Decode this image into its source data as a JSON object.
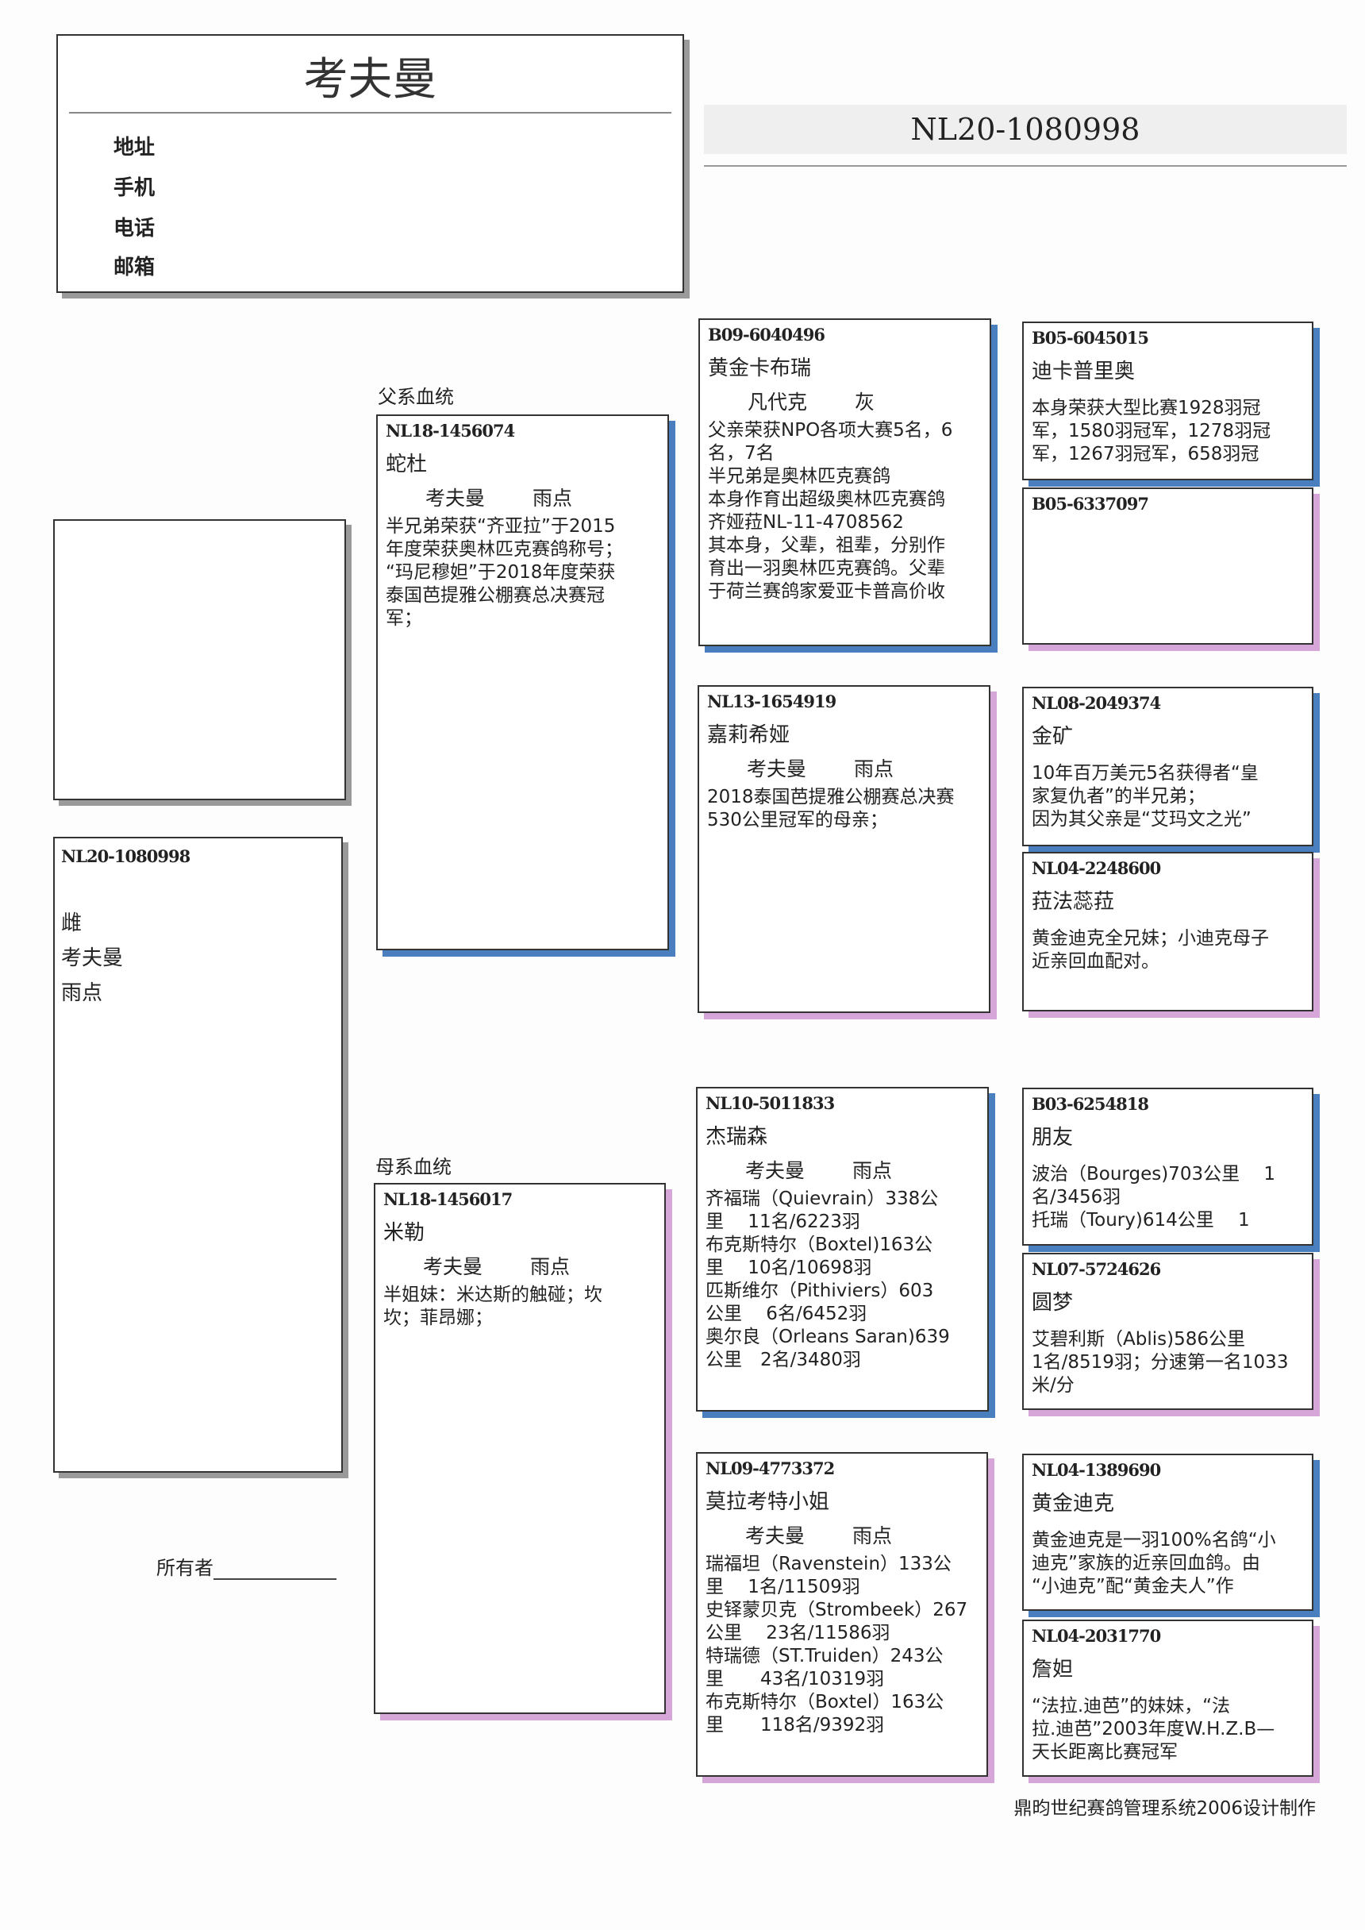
{
  "header": {
    "owner_name": "考夫曼",
    "contact_labels": [
      "地址",
      "手机",
      "电话",
      "邮箱"
    ],
    "ring_number": "NL20-1080998"
  },
  "bird": {
    "ring": "NL20-1080998",
    "sex": "雌",
    "breeder": "考夫曼",
    "color": "雨点"
  },
  "owner_label": "所有者",
  "sire_label": "父系血统",
  "dam_label": "母系血统",
  "gen2": [
    {
      "id": "NL18-1456074",
      "name": "蛇杜",
      "breeder": "考夫曼",
      "color": "雨点",
      "notes": [
        "半兄弟荣获“齐亚拉”于2015",
        "年度荣获奥林匹克赛鸽称号；",
        "“玛尼穆妲”于2018年度荣获",
        "泰国芭提雅公棚赛总决赛冠",
        "军；"
      ]
    },
    {
      "id": "NL18-1456017",
      "name": "米勒",
      "breeder": "考夫曼",
      "color": "雨点",
      "notes": [
        "半姐妹：米达斯的触碰；坎",
        "坎；菲昂娜；"
      ]
    }
  ],
  "gen3": [
    {
      "id": "B09-6040496",
      "name": "黄金卡布瑞",
      "breeder": "凡代克",
      "color": "灰",
      "notes": [
        "父亲荣获NPO各项大赛5名，6",
        "名，7名",
        "半兄弟是奥林匹克赛鸽",
        "本身作育出超级奥林匹克赛鸽",
        "齐娅菈NL-11-4708562",
        "其本身，父辈，祖辈，分别作",
        "育出一羽奥林匹克赛鸽。父辈",
        "于荷兰赛鸽家爱亚卡普高价收"
      ]
    },
    {
      "id": "NL13-1654919",
      "name": "嘉莉希娅",
      "breeder": "考夫曼",
      "color": "雨点",
      "notes": [
        "2018泰国芭提雅公棚赛总决赛",
        "530公里冠军的母亲；"
      ]
    },
    {
      "id": "NL10-5011833",
      "name": "杰瑞森",
      "breeder": "考夫曼",
      "color": "雨点",
      "notes": [
        "齐福瑞（Quievrain）338公",
        "里　 11名/6223羽",
        "布克斯特尔（Boxtel)163公",
        "里　 10名/10698羽",
        "匹斯维尔（Pithiviers）603",
        "公里　 6名/6452羽",
        "奥尔良（Orleans Saran)639",
        "公里　2名/3480羽"
      ]
    },
    {
      "id": "NL09-4773372",
      "name": "莫拉考特小姐",
      "breeder": "考夫曼",
      "color": "雨点",
      "notes": [
        "瑞福坦（Ravenstein）133公",
        "里　 1名/11509羽",
        "史铎蒙贝克（Strombeek）267",
        "公里　 23名/11586羽",
        "特瑞德（ST.Truiden）243公",
        "里　　43名/10319羽",
        "布克斯特尔（Boxtel）163公",
        "里　　118名/9392羽"
      ]
    }
  ],
  "gen4": [
    {
      "id": "B05-6045015",
      "name": "迪卡普里奥",
      "notes": [
        "本身荣获大型比赛1928羽冠",
        "军，1580羽冠军，1278羽冠",
        "军，1267羽冠军，658羽冠"
      ]
    },
    {
      "id": "B05-6337097",
      "name": "",
      "notes": []
    },
    {
      "id": "NL08-2049374",
      "name": "金矿",
      "notes": [
        "10年百万美元5名获得者“皇",
        "家复仇者”的半兄弟；",
        "因为其父亲是“艾玛文之光”"
      ]
    },
    {
      "id": "NL04-2248600",
      "name": "菈法蕊菈",
      "notes": [
        "黄金迪克全兄妹；小迪克母子",
        "近亲回血配对。"
      ]
    },
    {
      "id": "B03-6254818",
      "name": "朋友",
      "notes": [
        "波治（Bourges)703公里　 1",
        "名/3456羽",
        "托瑞（Toury)614公里　 1"
      ]
    },
    {
      "id": "NL07-5724626",
      "name": "圆梦",
      "notes": [
        "艾碧利斯（Ablis)586公里",
        "1名/8519羽；分速第一名1033",
        "米/分"
      ]
    },
    {
      "id": "NL04-1389690",
      "name": "黄金迪克",
      "notes": [
        "黄金迪克是一羽100%名鸽“小",
        "迪克”家族的近亲回血鸽。由",
        "“小迪克”配“黄金夫人”作"
      ]
    },
    {
      "id": "NL04-2031770",
      "name": "詹妲",
      "notes": [
        "“法拉.迪芭”的妹妹，“法",
        "拉.迪芭”2003年度W.H.Z.B—",
        "天长距离比赛冠军"
      ]
    }
  ],
  "footer": "鼎昀世纪赛鸽管理系统2006设计制作",
  "colors": {
    "sire_shadow": "#4a7fbf",
    "dam_shadow": "#d7a6d9"
  }
}
